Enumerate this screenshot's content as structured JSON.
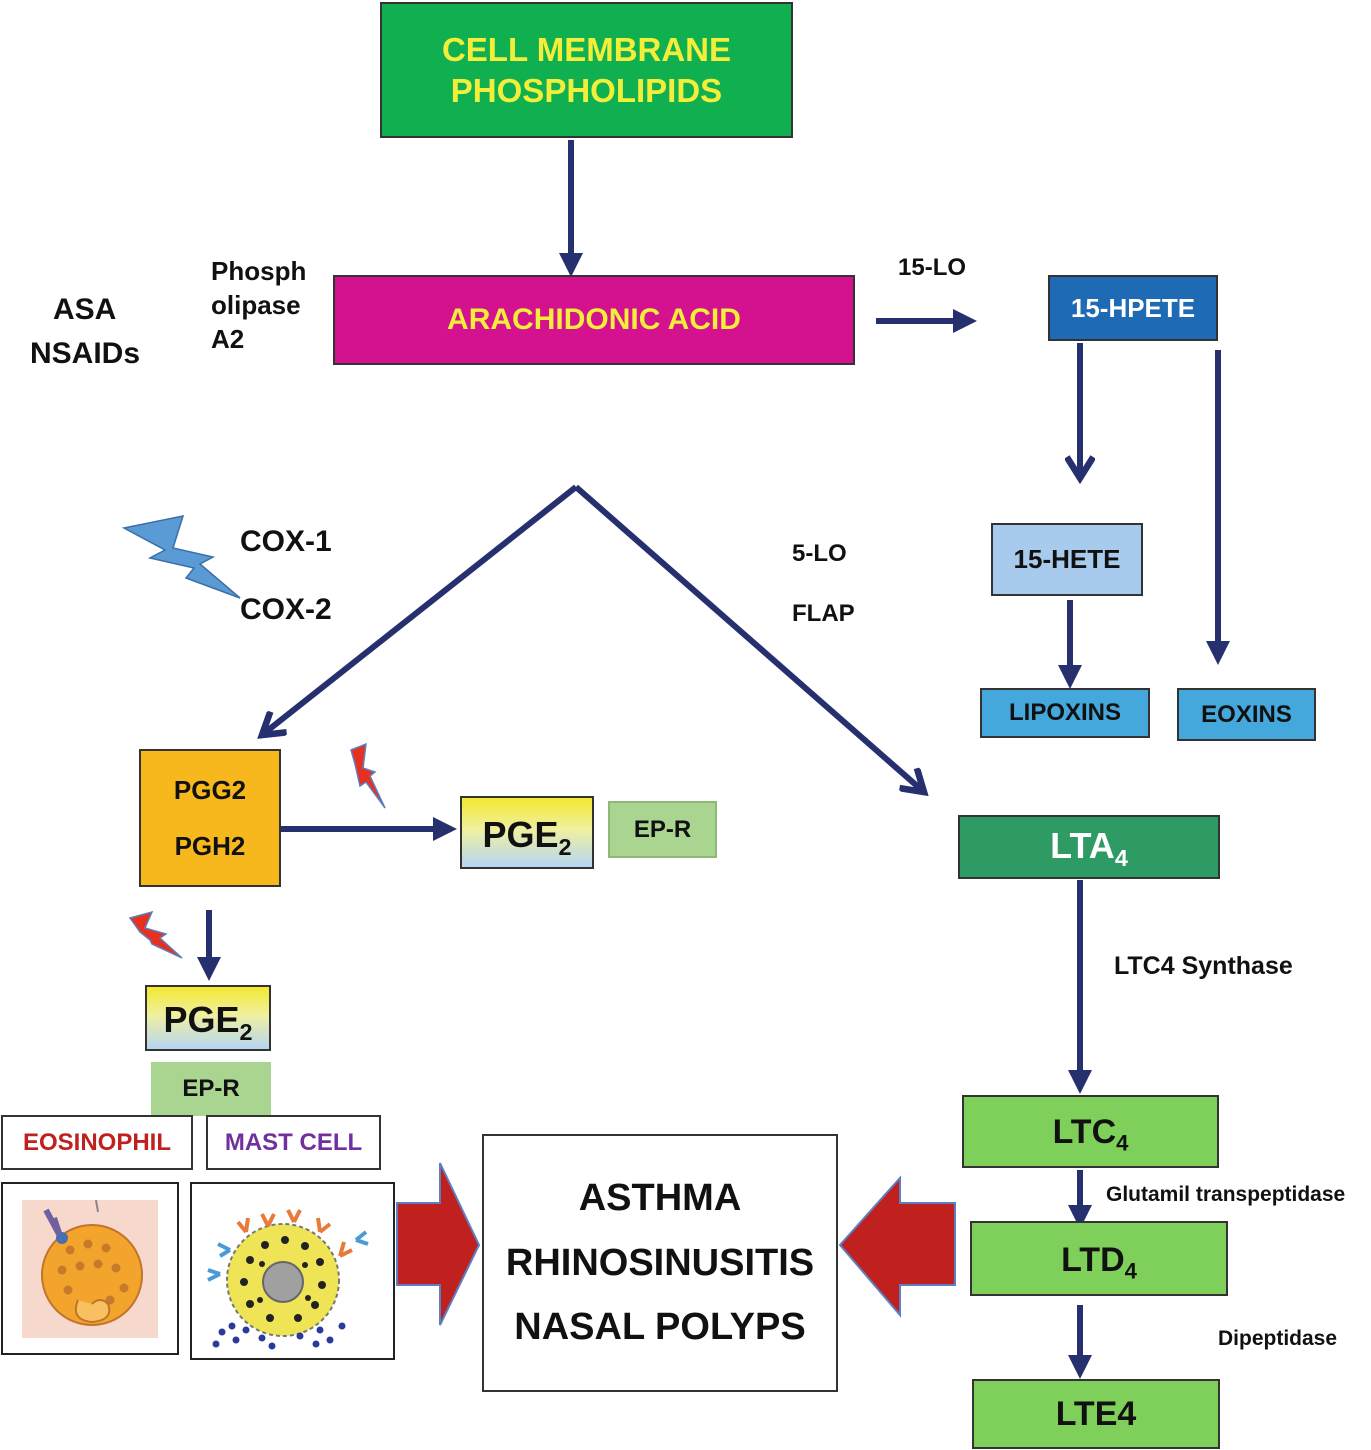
{
  "nodes": {
    "cell_membrane": {
      "line1": "CELL MEMBRANE",
      "line2": "PHOSPHOLIPIDS"
    },
    "arachidonic_acid": "ARACHIDONIC ACID",
    "hpete15": "15-HPETE",
    "hete15": "15-HETE",
    "lipoxins": "LIPOXINS",
    "eoxins": "EOXINS",
    "pgg2_pgh2": {
      "line1": "PGG2",
      "line2": "PGH2"
    },
    "pge2_right": {
      "base": "PGE",
      "sub": "2"
    },
    "epr_right": "EP-R",
    "pge2_lower": {
      "base": "PGE",
      "sub": "2"
    },
    "epr_lower": "EP-R",
    "eosinophil": "EOSINOPHIL",
    "mast_cell": "MAST CELL",
    "disease": {
      "line1": "ASTHMA",
      "line2": "RHINOSINUSITIS",
      "line3": "NASAL POLYPS"
    },
    "lta4": {
      "base": "LTA",
      "sub": "4"
    },
    "ltc4": {
      "base": "LTC",
      "sub": "4"
    },
    "ltd4": {
      "base": "LTD",
      "sub": "4"
    },
    "lte4": "LTE4"
  },
  "labels": {
    "asa": "ASA",
    "nsaids": "NSAIDs",
    "phospholipase": {
      "line1": "Phosph",
      "line2": "olipase",
      "line3": "A2"
    },
    "lo15": "15-LO",
    "cox1": "COX-1",
    "cox2": "COX-2",
    "lo5": "5-LO",
    "flap": "FLAP",
    "ltc4_synthase": "LTC4 Synthase",
    "glutamil": "Glutamil transpeptidase",
    "dipeptidase": "Dipeptidase"
  },
  "colors": {
    "arrow": "#26306e",
    "membrane_fill": "#10b050",
    "membrane_text": "#f2ee3a",
    "arachidonic_fill": "#d4118e",
    "hpete_fill": "#1f6ab4",
    "hete_fill": "#a8caec",
    "lipoxin_fill": "#45a8dc",
    "pgg_fill": "#f7b81d",
    "epr_fill": "#a9d591",
    "lta_fill": "#2e9a64",
    "lt_fill": "#7ed05a",
    "big_arrow": "#c0201e",
    "eosinophil_text": "#c0201e",
    "mast_text": "#7030a0",
    "bolt_blue": "#5b9bd5",
    "bolt_red": "#e83020"
  }
}
